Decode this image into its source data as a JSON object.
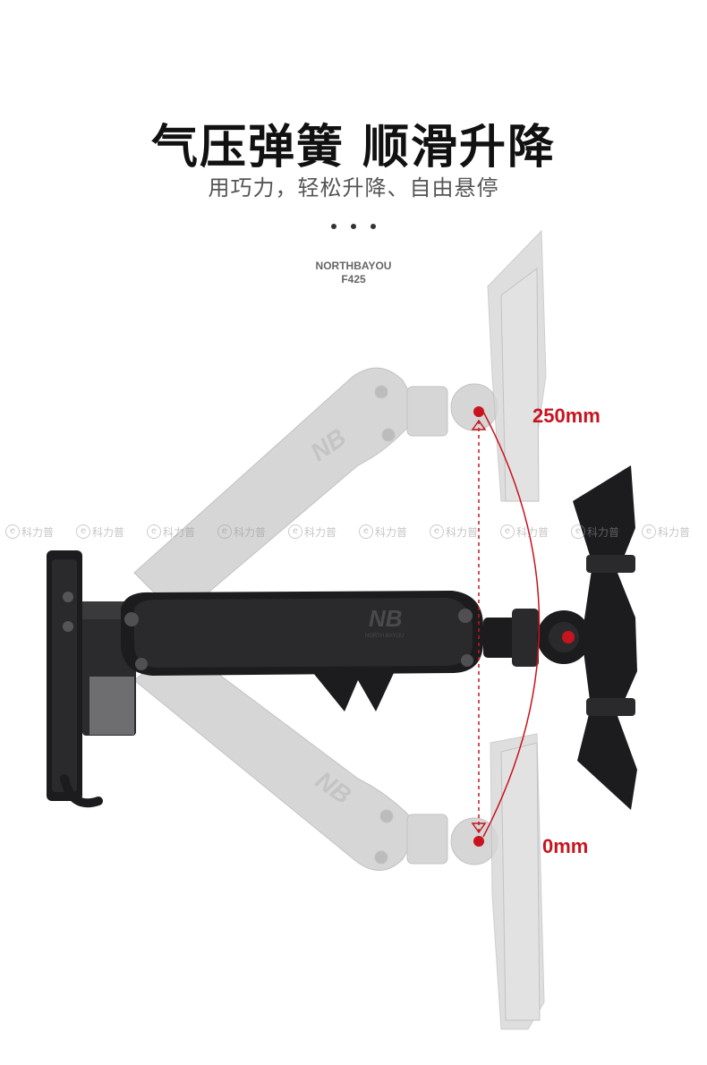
{
  "headline": "气压弹簧 顺滑升降",
  "tagline": "用巧力，轻松升降、自由悬停",
  "brand": {
    "name": "NORTHBAYOU",
    "model": "F425"
  },
  "logo_text": "NB",
  "logo_subtext": "NORTH BAYOU",
  "measurements": {
    "top": "250mm",
    "bottom": "0mm"
  },
  "watermark": "科力普",
  "colors": {
    "accent": "#c8141e",
    "arm": "#1c1c1e",
    "ghost": "#d4d4d4"
  }
}
